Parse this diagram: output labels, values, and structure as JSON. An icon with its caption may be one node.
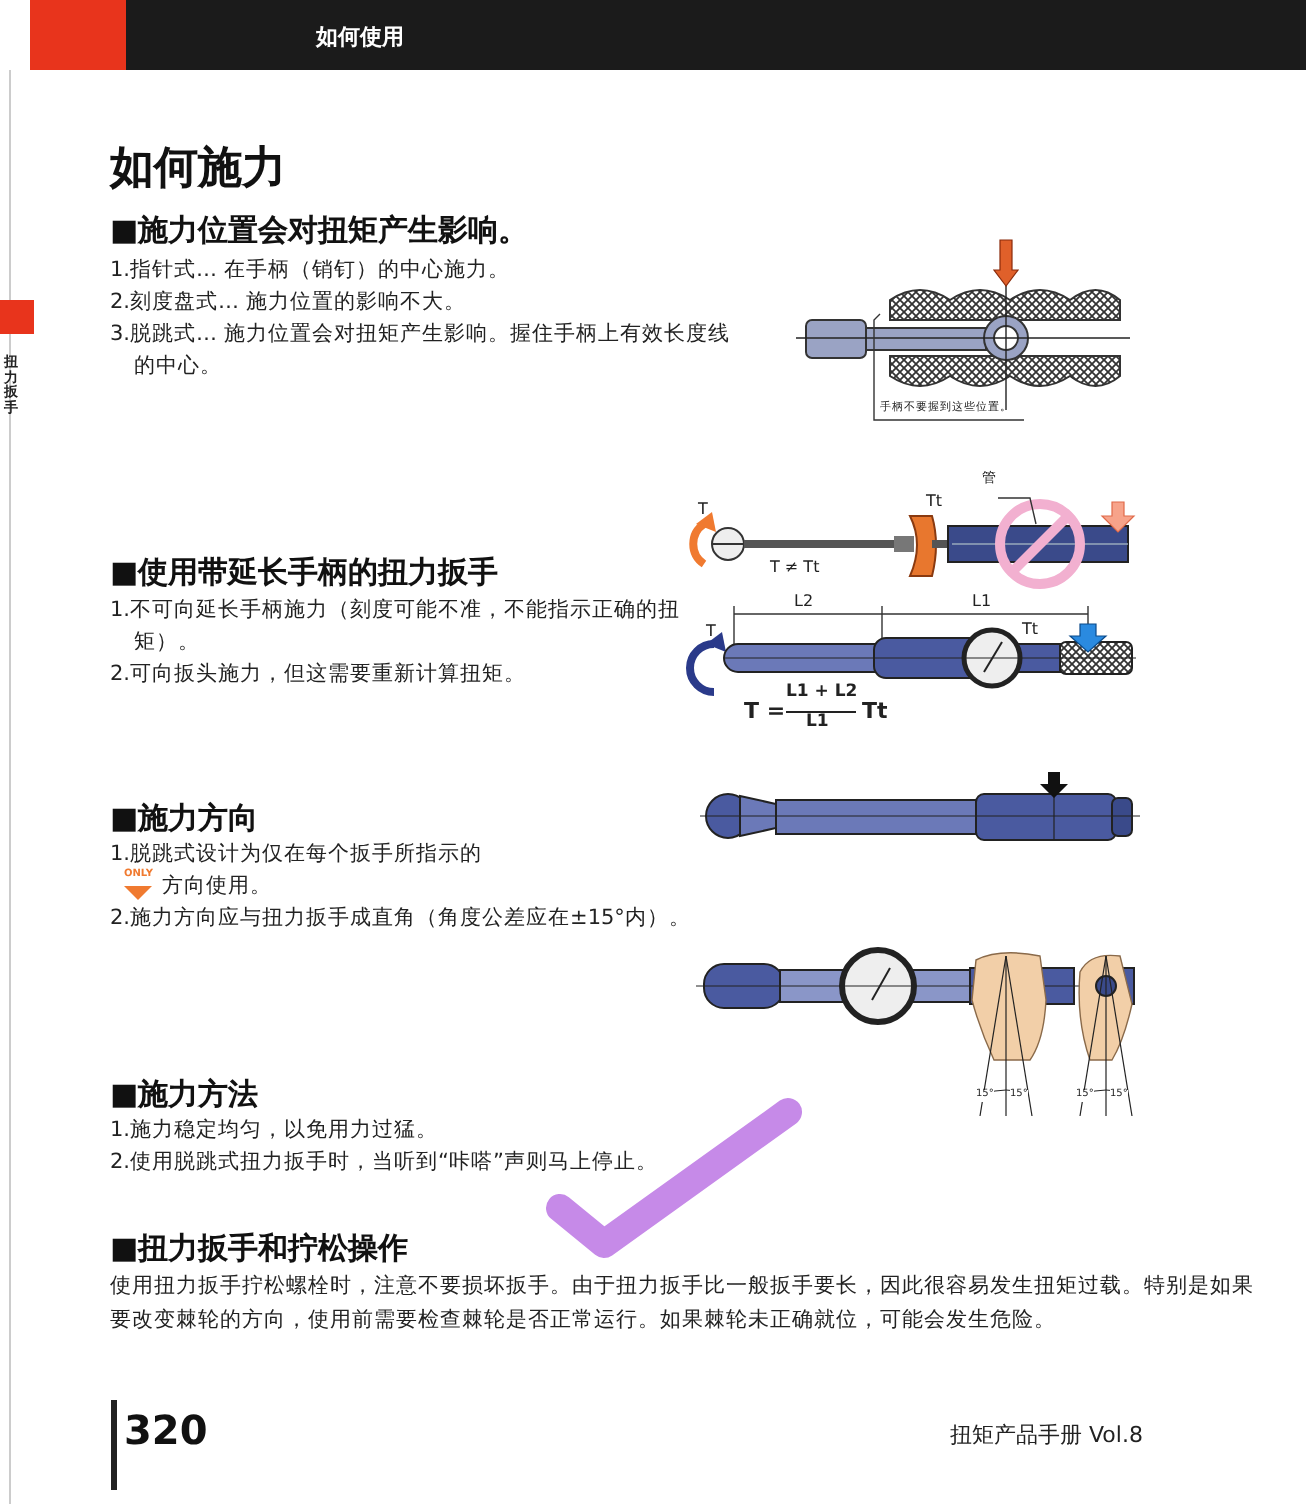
{
  "diagram": {
    "title": "如何施力",
    "labels": [
      "如何使用",
      "扭力扳手",
      "■施力位置会对扭矩产生影响。",
      "1.指针式… 在手柄（销钉）的中心施力。",
      "2.刻度盘式… 施力位置的影响不大。",
      "3.脱跳式… 施力位置会对扭矩产生影响。握住手柄上有效长度线的中心。",
      "手柄不要握到这些位置。",
      "■使用带延长手柄的扭力扳手",
      "1.不可向延长手柄施力（刻度可能不准，不能指示正确的扭矩）。",
      "2.可向扳头施力，但这需要重新计算扭矩。",
      "T",
      "Tt",
      "管",
      "T ≠ Tt",
      "L2",
      "L1",
      "T",
      "Tt",
      "T =",
      "L1 + L2",
      "L1",
      "Tt",
      "■施力方向",
      "1.脱跳式设计为仅在每个扳手所指示的方向使用。",
      "ONLY",
      "2.施力方向应与扭力扳手成直角（角度公差应在±15°内）。",
      "15°",
      "15°",
      "15°",
      "15°",
      "■施力方法",
      "1.施力稳定均匀，以免用力过猛。",
      "2.使用脱跳式扭力扳手时，当听到“咔嗒”声则马上停止。",
      "■扭力扳手和拧松操作",
      "使用扭力扳手拧松螺栓时，注意不要损坏扳手。由于扭力扳手比一般扳手要长，因此很容易发生扭矩过载。特别是如果要改变棘轮的方向，使用前需要检查棘轮是否正常运行。如果棘轮未正确就位，可能会发生危险。",
      "320",
      "扭矩产品手册 Vol.8"
    ]
  }
}
